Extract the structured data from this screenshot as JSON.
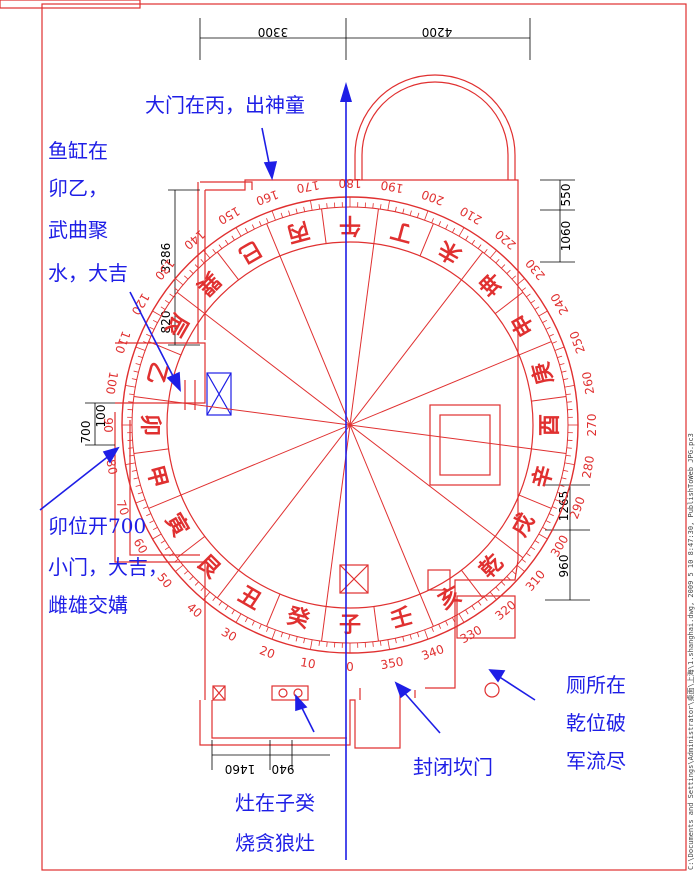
{
  "annotations": {
    "door_south": "大门在丙，出神童",
    "fish_tank": [
      "鱼缸在",
      "卯乙，",
      "武曲聚",
      "水，大吉"
    ],
    "mao_door": [
      "卯位开700",
      "小门，大吉，",
      "雌雄交媾"
    ],
    "toilet": [
      "厕所在",
      "乾位破",
      "军流尽"
    ],
    "kan_door": "封闭坎门",
    "stove": [
      "灶在子癸",
      "烧贪狼灶"
    ]
  },
  "dimensions": {
    "top_left": "3300",
    "top_right": "4200",
    "right_upper_1": "550",
    "right_upper_2": "1060",
    "left_upper_1": "3286",
    "left_upper_2": "820",
    "left_mid_1": "100",
    "left_mid_2": "700",
    "right_lower_1": "1265",
    "right_lower_2": "960",
    "bottom_1": "1460",
    "bottom_2": "940"
  },
  "compass": {
    "mountains": [
      "子",
      "癸",
      "丑",
      "艮",
      "寅",
      "甲",
      "卯",
      "乙",
      "辰",
      "巽",
      "巳",
      "丙",
      "午",
      "丁",
      "未",
      "坤",
      "申",
      "庚",
      "酉",
      "辛",
      "戌",
      "乾",
      "亥",
      "壬"
    ],
    "degree_labels": [
      "0",
      "10",
      "20",
      "30",
      "40",
      "50",
      "60",
      "70",
      "80",
      "90",
      "100",
      "110",
      "120",
      "130",
      "140",
      "150",
      "160",
      "170",
      "180",
      "190",
      "200",
      "210",
      "220",
      "230",
      "240",
      "250",
      "260",
      "270",
      "280",
      "290",
      "300",
      "310",
      "320",
      "330",
      "340",
      "350"
    ]
  },
  "side_caption": "C:\\Documents and Settings\\Administrator\\桌面\\上海\\1.shanghai.dwg, 2009 5 10 8:47:30, PublishToWeb JPG.pc3",
  "colors": {
    "annotation": "#1e1ee6",
    "compass": "#e03030",
    "frame": "#e03030"
  }
}
